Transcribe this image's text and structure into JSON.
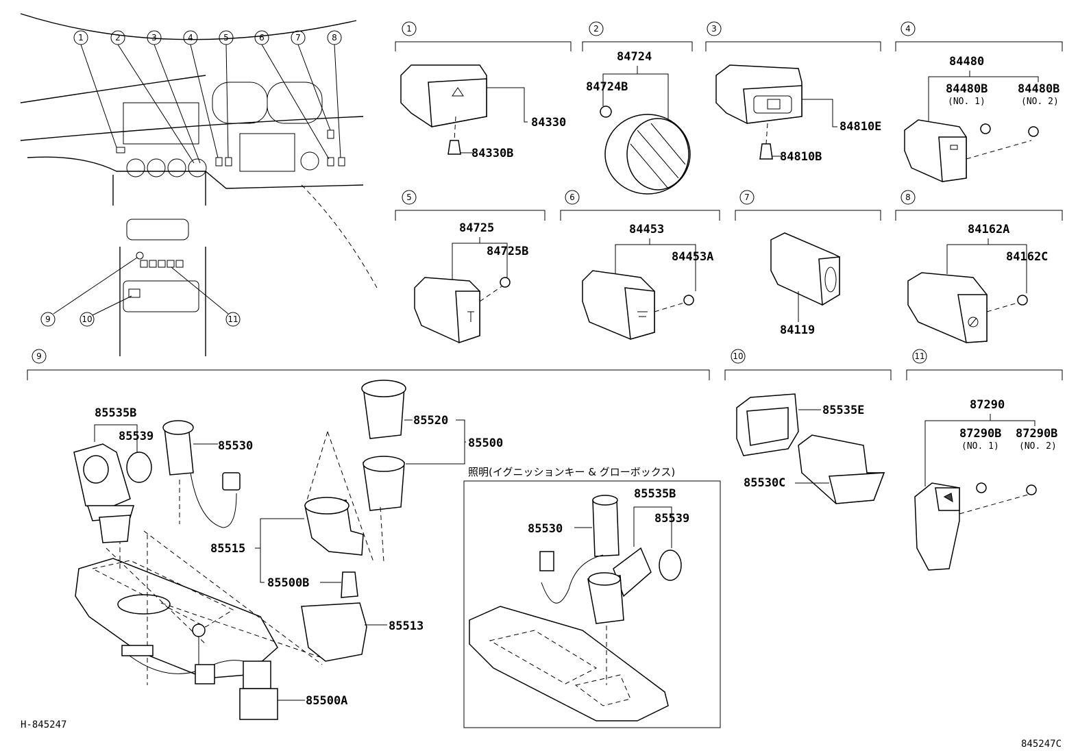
{
  "diagram_id": "H-845247",
  "figure_code": "845247C",
  "callouts": [
    "1",
    "2",
    "3",
    "4",
    "5",
    "6",
    "7",
    "8",
    "9",
    "10",
    "11"
  ],
  "sections": {
    "s1": {
      "no": "1",
      "parts": [
        "84330",
        "84330B"
      ]
    },
    "s2": {
      "no": "2",
      "parts": [
        "84724",
        "84724B"
      ]
    },
    "s3": {
      "no": "3",
      "parts": [
        "84810E",
        "84810B"
      ]
    },
    "s4": {
      "no": "4",
      "parts": [
        "84480",
        "84480B",
        "(NO. 1)",
        "84480B",
        "(NO. 2)"
      ]
    },
    "s5": {
      "no": "5",
      "parts": [
        "84725",
        "84725B"
      ]
    },
    "s6": {
      "no": "6",
      "parts": [
        "84453",
        "84453A"
      ]
    },
    "s7": {
      "no": "7",
      "parts": [
        "84119"
      ]
    },
    "s8": {
      "no": "8",
      "parts": [
        "84162A",
        "84162C"
      ]
    },
    "s9": {
      "no": "9",
      "parts": [
        "85535B",
        "85539",
        "85530",
        "85520",
        "85500",
        "85515",
        "85500B",
        "85513",
        "85500A"
      ]
    },
    "s9_inset": {
      "caption": "照明(イグニッションキー & グローボックス)",
      "parts": [
        "85535B",
        "85530",
        "85539"
      ]
    },
    "s10": {
      "no": "10",
      "parts": [
        "85535E",
        "85530C"
      ]
    },
    "s11": {
      "no": "11",
      "parts": [
        "87290",
        "87290B",
        "(NO. 1)",
        "87290B",
        "(NO. 2)"
      ]
    }
  }
}
